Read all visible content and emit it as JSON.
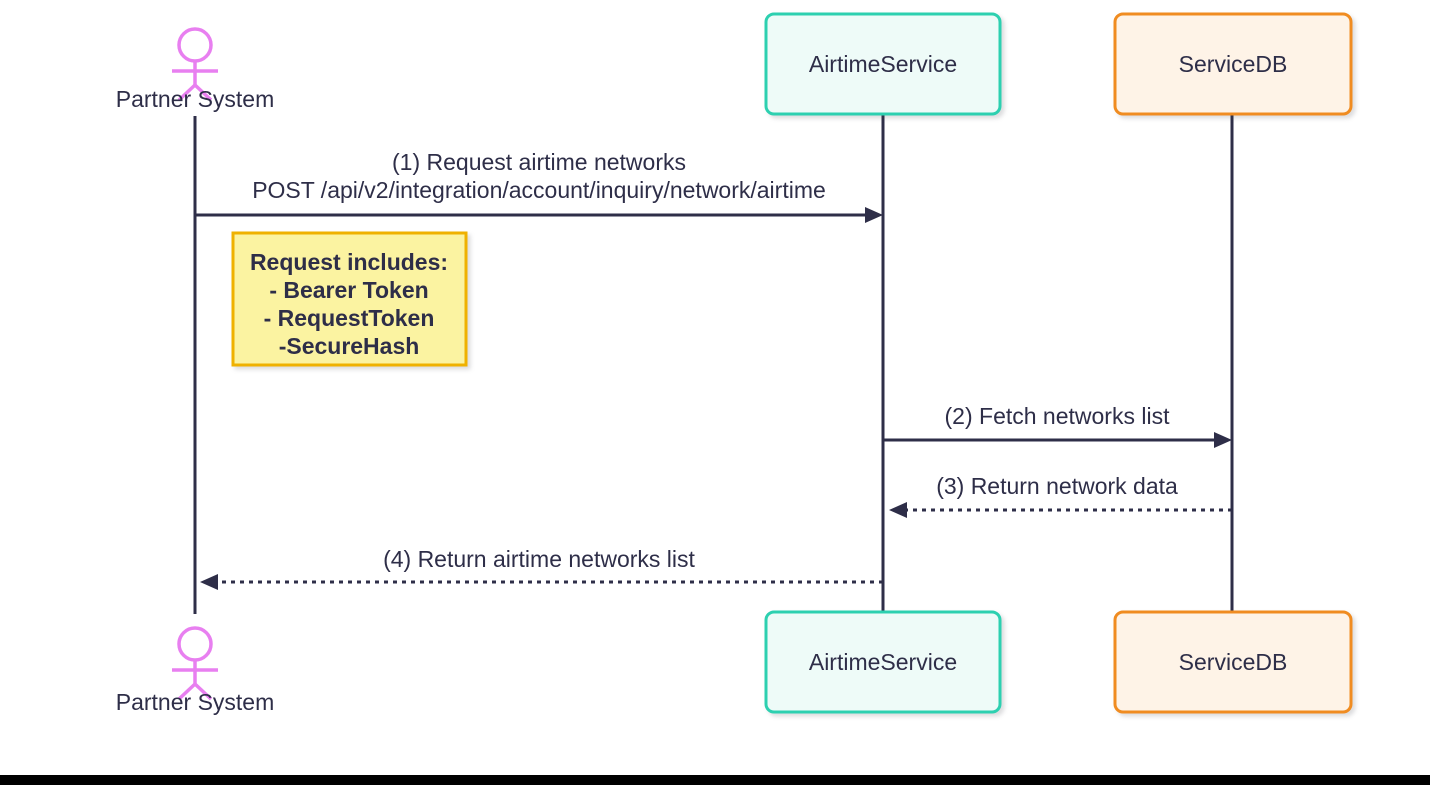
{
  "diagram": {
    "type": "sequence",
    "actors": [
      {
        "id": "partner",
        "label": "Partner System",
        "kind": "actor"
      },
      {
        "id": "airtime",
        "label": "AirtimeService",
        "kind": "participant"
      },
      {
        "id": "servicedb",
        "label": "ServiceDB",
        "kind": "participant"
      }
    ],
    "messages": [
      {
        "seq": 1,
        "from": "Partner System",
        "to": "AirtimeService",
        "style": "solid",
        "direction": "right",
        "lines": [
          "(1) Request airtime networks",
          "POST /api/v2/integration/account/inquiry/network/airtime"
        ]
      },
      {
        "seq": 2,
        "from": "AirtimeService",
        "to": "ServiceDB",
        "style": "solid",
        "direction": "right",
        "lines": [
          "(2) Fetch networks list"
        ]
      },
      {
        "seq": 3,
        "from": "ServiceDB",
        "to": "AirtimeService",
        "style": "dotted",
        "direction": "left",
        "lines": [
          "(3) Return network data"
        ]
      },
      {
        "seq": 4,
        "from": "AirtimeService",
        "to": "Partner System",
        "style": "dotted",
        "direction": "left",
        "lines": [
          "(4) Return airtime networks list"
        ]
      }
    ],
    "note": {
      "anchor": "Partner System",
      "lines": [
        "Request includes:",
        "- Bearer Token",
        "- RequestToken",
        "-SecureHash"
      ]
    }
  },
  "colors": {
    "text": "#2e2e48",
    "line": "#2e2e48",
    "actor_stroke": "#e87ff0",
    "airtime_border": "#2dd0b0",
    "airtime_fill": "#eefbf8",
    "servicedb_border": "#f08c21",
    "servicedb_fill": "#fef3e7",
    "note_border": "#efb100",
    "note_fill": "#fbf3a1",
    "bottom_bar": "#000000",
    "background": "#ffffff"
  }
}
